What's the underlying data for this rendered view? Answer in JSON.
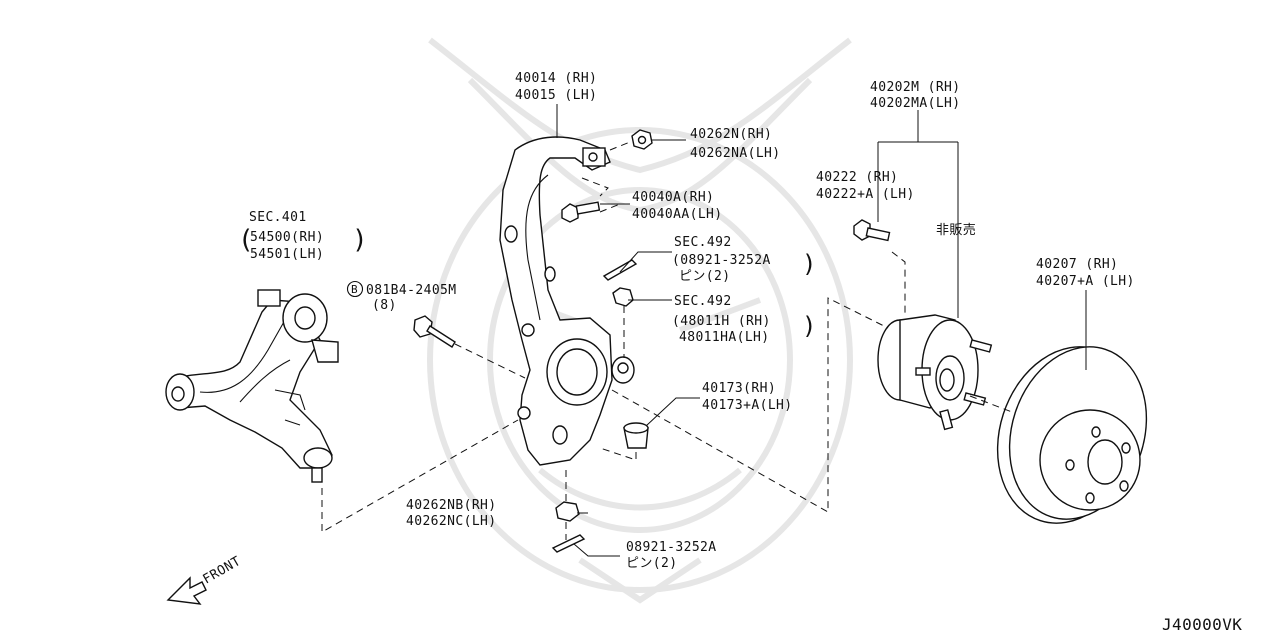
{
  "callouts": {
    "knuckle": [
      "40014 (RH)",
      "40015 (LH)"
    ],
    "nut_top": [
      "40262N(RH)",
      "40262NA(LH)"
    ],
    "bolt_top": [
      "40040A(RH)",
      "40040AA(LH)"
    ],
    "sec401": [
      "SEC.401",
      "54500(RH)",
      "54501(LH)"
    ],
    "bolt_b": [
      "081B4-2405M",
      "(8)"
    ],
    "sec492_pin": [
      "SEC.492",
      "(08921-3252A",
      "ピン(2)"
    ],
    "sec492_nut": [
      "SEC.492",
      "(48011H (RH)",
      "48011HA(LH)"
    ],
    "bushing": [
      "40173(RH)",
      "40173+A(LH)"
    ],
    "nut_bottom": [
      "40262NB(RH)",
      "40262NC(LH)"
    ],
    "pin_bottom": [
      "08921-3252A",
      "ピン(2)"
    ],
    "hub_assy": [
      "40202M  (RH)",
      "40202MA(LH)"
    ],
    "hub_bolt": [
      "40222    (RH)",
      "40222+A (LH)"
    ],
    "not_sold": "非販売",
    "rotor": [
      "40207    (RH)",
      "40207+A (LH)"
    ]
  },
  "bolt_b_marker": "B",
  "front_label": "FRONT",
  "diagram_code": "J40000VK"
}
